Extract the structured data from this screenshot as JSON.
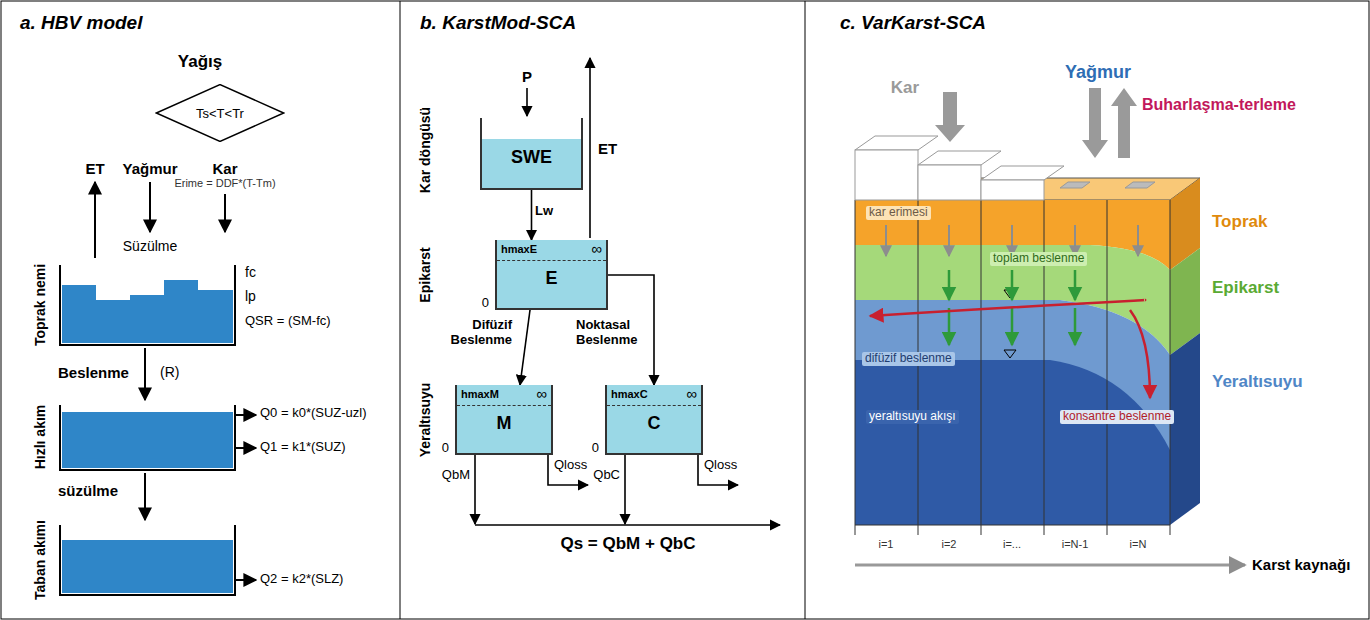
{
  "diagram": {
    "nodes": [
      {
        "text": [
          "Ts<T<Tr"
        ]
      },
      {
        "text": [
          "SWE"
        ]
      },
      {
        "text": [
          "E",
          "hmaxE",
          "∞"
        ]
      },
      {
        "text": [
          "M",
          "hmaxM",
          "∞"
        ]
      },
      {
        "text": [
          "C",
          "hmaxC",
          "∞"
        ]
      }
    ],
    "edges": [
      {
        "from": 1,
        "to": 2,
        "arrow": "to",
        "label": "Lw"
      },
      {
        "from": 2,
        "to": 3,
        "arrow": "to",
        "label": "Difüzif Beslenme"
      },
      {
        "from": 2,
        "to": 4,
        "arrow": "to",
        "label": "Noktasal Beslenme"
      }
    ],
    "labels": [
      "a. HBV model",
      "b. KarstMod-SCA",
      "c. VarKarst-SCA",
      "Yağış",
      "ET",
      "Yağmur",
      "Kar",
      "Erime = DDF*(T-Tm)",
      "Süzülme",
      "fc",
      "lp",
      "QSR = (SM-fc)",
      "Toprak nemi",
      "Beslenme",
      "(R)",
      "Q0 = k0*(SUZ-uzl)",
      "Q1 = k1*(SUZ)",
      "Hızlı akım",
      "süzülme",
      "Q2 = k2*(SLZ)",
      "Taban akımı",
      "Kar döngüsü",
      "Epikarst",
      "Yeraltısuyu",
      "P",
      "ET",
      "0",
      "0",
      "0",
      "QbM",
      "Qloss",
      "QbC",
      "Qloss",
      "Qs = QbM + QbC",
      "Kar",
      "Yağmur",
      "Buharlaşma-terleme",
      "kar erimesi",
      "Toprak",
      "toplam beslenme",
      "Epikarst",
      "difüzif beslenme",
      "yeraltısuyu akışı",
      "konsantre beslenme",
      "Yeraltısuyu",
      "i=1",
      "i=2",
      "i=...",
      "i=N-1",
      "i=N",
      "Karst kaynağı"
    ]
  }
}
